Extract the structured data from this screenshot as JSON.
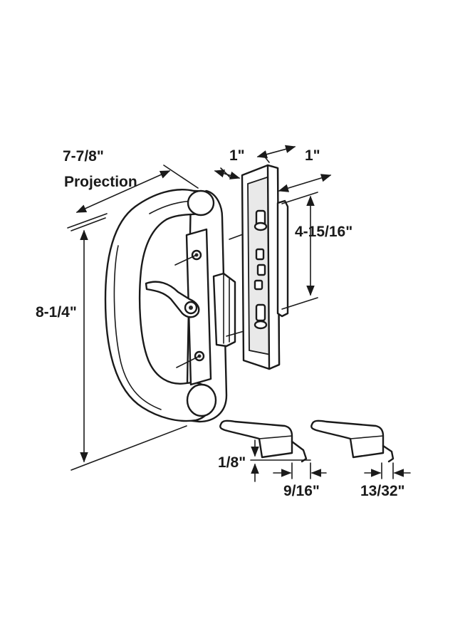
{
  "labels": {
    "projection_value": "7-7/8\"",
    "projection_word": "Projection",
    "height": "8-1/4\"",
    "mount_width": "1\"",
    "mount_depth": "1\"",
    "hole_spacing": "4-15/16\"",
    "latch_offset": "1/8\"",
    "latch_a_length": "9/16\"",
    "latch_b_length": "13/32\""
  },
  "colors": {
    "ink": "#1a1a1a",
    "paper": "#ffffff",
    "shade": "#e9e9e9"
  }
}
